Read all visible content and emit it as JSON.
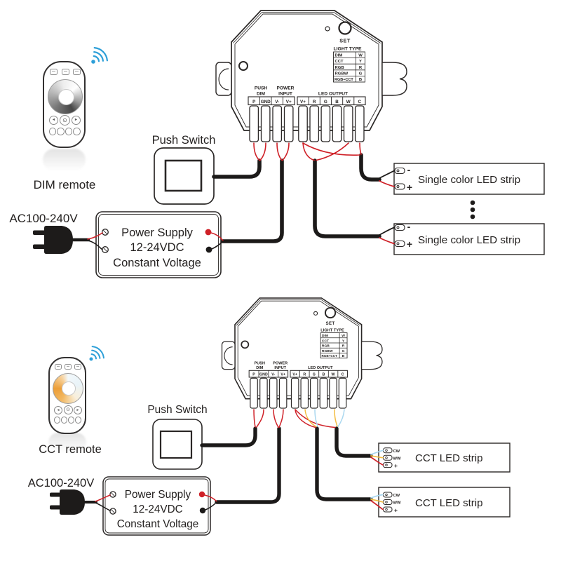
{
  "colors": {
    "outline": "#2a2726",
    "wire_black": "#1c1a19",
    "wire_red": "#cf2027",
    "wire_yellow": "#f3bc41",
    "wire_blue": "#a9d7ef",
    "wifi_blue": "#2d9fd8"
  },
  "controller": {
    "set_label": "SET",
    "light_type": {
      "title": "LIGHT TYPE",
      "rows": [
        {
          "name": "DIM",
          "ch": "W"
        },
        {
          "name": "CCT",
          "ch": "Y"
        },
        {
          "name": "RGB",
          "ch": "R"
        },
        {
          "name": "RGBW",
          "ch": "G"
        },
        {
          "name": "RGB+CCT",
          "ch": "B"
        }
      ]
    },
    "push_group": {
      "l1": "PUSH",
      "l2": "DIM"
    },
    "power_group": {
      "l1": "POWER",
      "l2": "INPUT"
    },
    "led_group": "LED OUTPUT",
    "terms_in": [
      "P",
      "GND",
      "V-",
      "V+"
    ],
    "terms_out": [
      "V+",
      "R",
      "G",
      "B",
      "W",
      "C"
    ]
  },
  "top": {
    "remote_label": "DIM remote",
    "push_switch_label": "Push Switch",
    "ac_label": "AC100-240V",
    "psu_lines": [
      "Power Supply",
      "12-24VDC",
      "Constant Voltage"
    ],
    "strip_label": "Single color LED strip",
    "strip_neg": "-",
    "strip_pos": "+"
  },
  "bottom": {
    "remote_label": "CCT remote",
    "push_switch_label": "Push Switch",
    "ac_label": "AC100-240V",
    "psu_lines": [
      "Power Supply",
      "12-24VDC",
      "Constant Voltage"
    ],
    "strip_label": "CCT LED strip",
    "strip_terms": [
      "CW",
      "WW",
      "+"
    ]
  },
  "remote_icons": {
    "prev": "◄",
    "next": "►",
    "power": "⊙"
  }
}
